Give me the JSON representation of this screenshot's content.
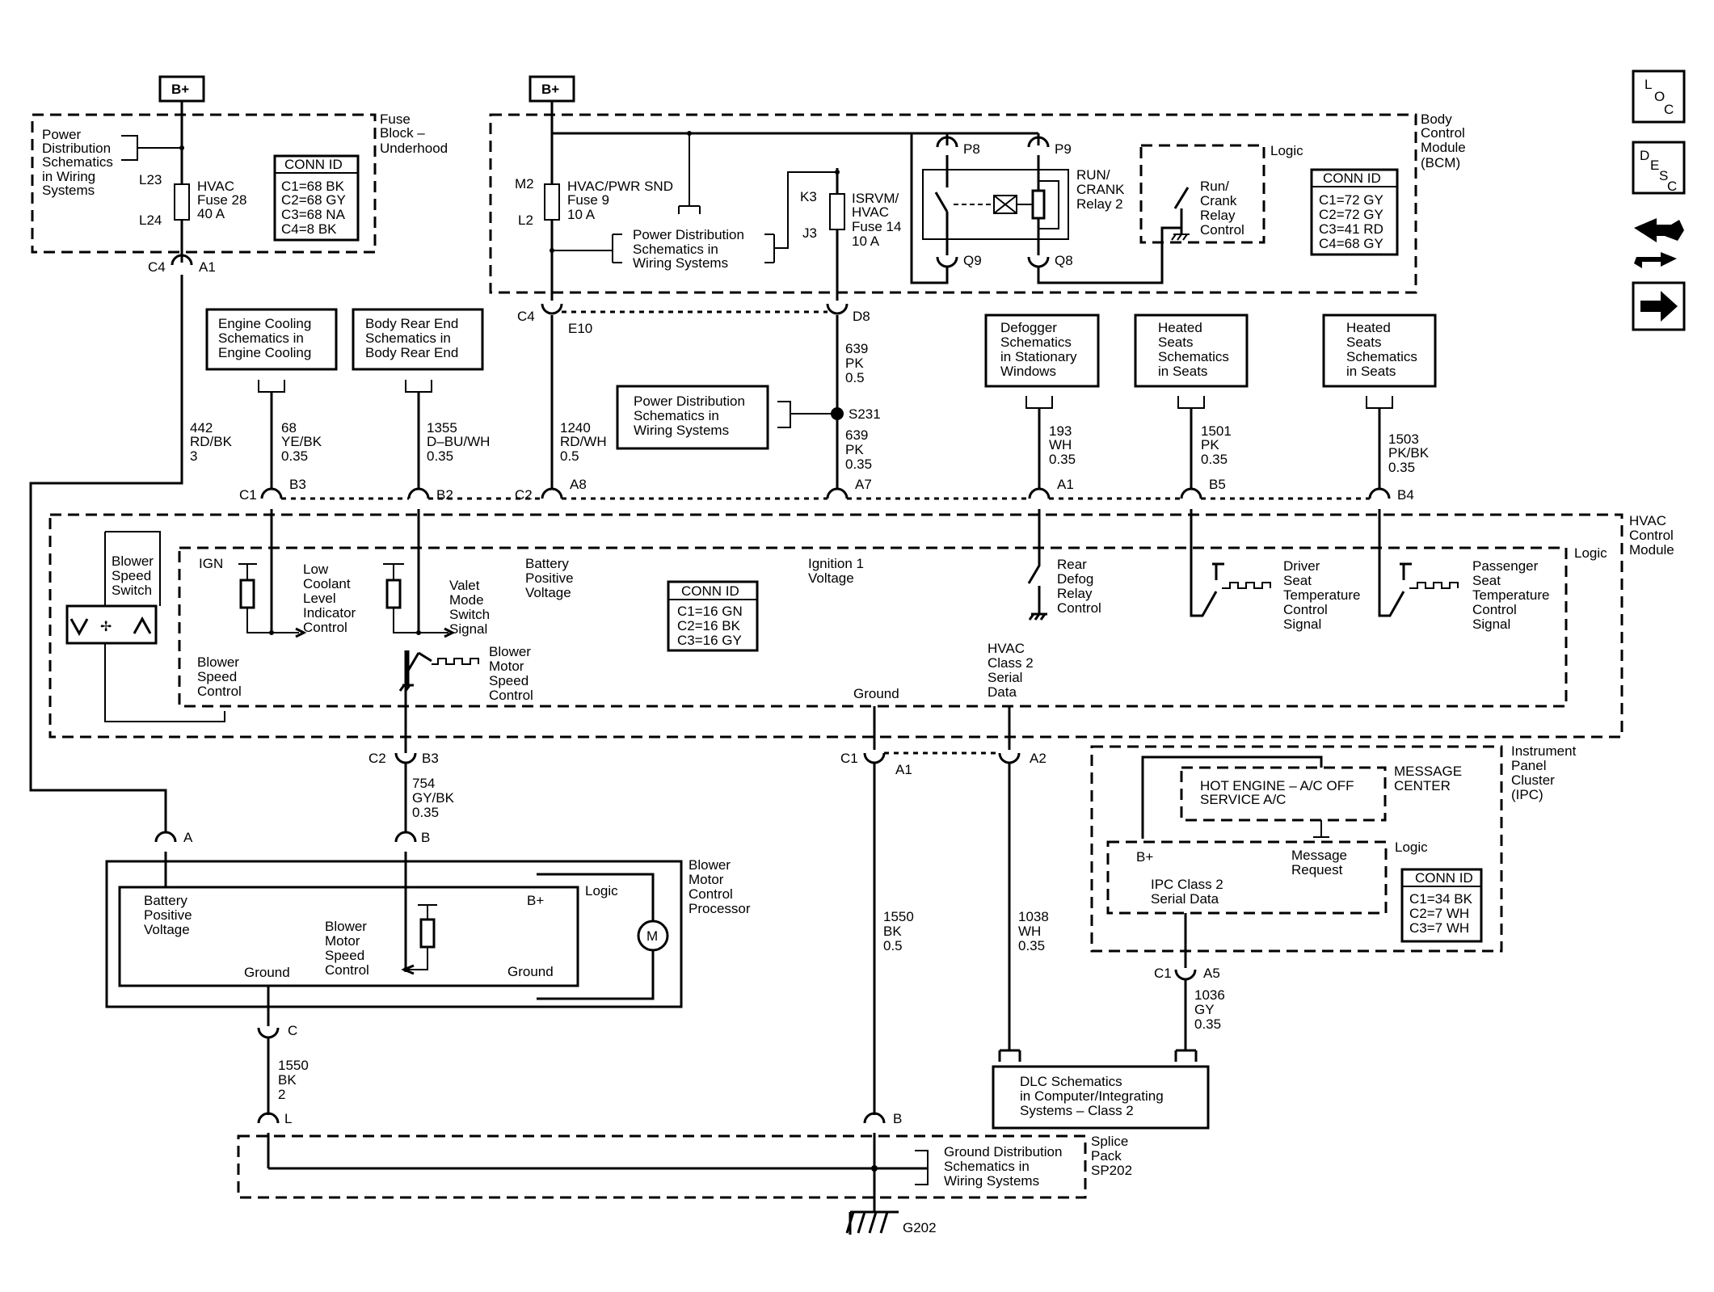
{
  "power": {
    "bplus": "B+"
  },
  "nav_icons": [
    "loc-icon",
    "desc-icon",
    "connector-view-icon",
    "next-page-icon"
  ],
  "fuse_block": {
    "title": [
      "Fuse",
      "Block –",
      "Underhood"
    ],
    "pd_ref": [
      "Power",
      "Distribution",
      "Schematics",
      "in Wiring",
      "Systems"
    ],
    "l23": "L23",
    "l24": "L24",
    "fuse": [
      "HVAC",
      "Fuse 28",
      "40 A"
    ],
    "conn_title": "CONN ID",
    "conn": [
      "C1=68 BK",
      "C2=68 GY",
      "C3=68 NA",
      "C4=8 BK"
    ],
    "c4": "C4",
    "a1": "A1"
  },
  "bcm": {
    "title": [
      "Body",
      "Control",
      "Module",
      "(BCM)"
    ],
    "m2": "M2",
    "l2": "L2",
    "k3": "K3",
    "j3": "J3",
    "fuse9": [
      "HVAC/PWR SND",
      "Fuse 9",
      "10 A"
    ],
    "fuse14": [
      "ISRVM/",
      "HVAC",
      "Fuse 14",
      "10 A"
    ],
    "pd_ref": [
      "Power Distribution",
      "Schematics in",
      "Wiring Systems"
    ],
    "p8": "P8",
    "p9": "P9",
    "q9": "Q9",
    "q8": "Q8",
    "relay": [
      "RUN/",
      "CRANK",
      "Relay 2"
    ],
    "logic": "Logic",
    "relay_ctrl": [
      "Run/",
      "Crank",
      "Relay",
      "Control"
    ],
    "conn_title": "CONN ID",
    "conn": [
      "C1=72 GY",
      "C2=72 GY",
      "C3=41 RD",
      "C4=68 GY"
    ],
    "c4": "C4",
    "e10": "E10",
    "d8": "D8"
  },
  "refs": {
    "engine_cooling": [
      "Engine Cooling",
      "Schematics in",
      "Engine Cooling"
    ],
    "body_rear": [
      "Body Rear End",
      "Schematics in",
      "Body Rear End"
    ],
    "pd_splice": [
      "Power Distribution",
      "Schematics in",
      "Wiring Systems"
    ],
    "defogger": [
      "Defogger",
      "Schematics",
      "in Stationary",
      "Windows"
    ],
    "heated1": [
      "Heated",
      "Seats",
      "Schematics",
      "in Seats"
    ],
    "heated2": [
      "Heated",
      "Seats",
      "Schematics",
      "in Seats"
    ]
  },
  "wires": {
    "w442": [
      "442",
      "RD/BK",
      "3"
    ],
    "w68": [
      "68",
      "YE/BK",
      "0.35"
    ],
    "w1355": [
      "1355",
      "D–BU/WH",
      "0.35"
    ],
    "w1240": [
      "1240",
      "RD/WH",
      "0.5"
    ],
    "w639a": [
      "639",
      "PK",
      "0.5"
    ],
    "w639b": [
      "639",
      "PK",
      "0.35"
    ],
    "s231": "S231",
    "w193": [
      "193",
      "WH",
      "0.35"
    ],
    "w1501": [
      "1501",
      "PK",
      "0.35"
    ],
    "w1503": [
      "1503",
      "PK/BK",
      "0.35"
    ],
    "w754": [
      "754",
      "GY/BK",
      "0.35"
    ],
    "w1550a": [
      "1550",
      "BK",
      "0.5"
    ],
    "w1038": [
      "1038",
      "WH",
      "0.35"
    ],
    "w1036": [
      "1036",
      "GY",
      "0.35"
    ],
    "w1550b": [
      "1550",
      "BK",
      "2"
    ]
  },
  "hvac": {
    "title": [
      "HVAC",
      "Control",
      "Module"
    ],
    "c1": "C1",
    "b3": "B3",
    "b2": "B2",
    "c2": "C2",
    "a8": "A8",
    "a7": "A7",
    "a1": "A1",
    "b5": "B5",
    "b4": "B4",
    "logic": "Logic",
    "blower_switch": [
      "Blower",
      "Speed",
      "Switch"
    ],
    "ign": "IGN",
    "low_coolant": [
      "Low",
      "Coolant",
      "Level",
      "Indicator",
      "Control"
    ],
    "valet": [
      "Valet",
      "Mode",
      "Switch",
      "Signal"
    ],
    "battery": [
      "Battery",
      "Positive",
      "Voltage"
    ],
    "ignition": [
      "Ignition 1",
      "Voltage"
    ],
    "rear_defog": [
      "Rear",
      "Defog",
      "Relay",
      "Control"
    ],
    "driver_seat": [
      "Driver",
      "Seat",
      "Temperature",
      "Control",
      "Signal"
    ],
    "pass_seat": [
      "Passenger",
      "Seat",
      "Temperature",
      "Control",
      "Signal"
    ],
    "conn_title": "CONN ID",
    "conn": [
      "C1=16 GN",
      "C2=16 BK",
      "C3=16 GY"
    ],
    "blower_motor_speed": [
      "Blower",
      "Motor",
      "Speed",
      "Control"
    ],
    "blower_speed_ctrl": [
      "Blower",
      "Speed",
      "Control"
    ],
    "ground": "Ground",
    "serial": [
      "HVAC",
      "Class 2",
      "Serial",
      "Data"
    ],
    "c2b": "C2",
    "b3b": "B3",
    "c1b": "C1",
    "a1b": "A1",
    "a2": "A2"
  },
  "blower_proc": {
    "title": [
      "Blower",
      "Motor",
      "Control",
      "Processor"
    ],
    "a": "A",
    "b": "B",
    "c": "C",
    "logic": "Logic",
    "battery": [
      "Battery",
      "Positive",
      "Voltage"
    ],
    "bplus": "B+",
    "speed": [
      "Blower",
      "Motor",
      "Speed",
      "Control"
    ],
    "ground1": "Ground",
    "ground2": "Ground",
    "motor": "M"
  },
  "ipc": {
    "title": [
      "Instrument",
      "Panel",
      "Cluster",
      "(IPC)"
    ],
    "msg": [
      "HOT ENGINE – A/C OFF",
      "SERVICE A/C"
    ],
    "msg_center": [
      "MESSAGE",
      "CENTER"
    ],
    "bplus": "B+",
    "msg_req": [
      "Message",
      "Request"
    ],
    "logic": "Logic",
    "serial": [
      "IPC Class 2",
      "Serial Data"
    ],
    "conn_title": "CONN ID",
    "conn": [
      "C1=34 BK",
      "C2=7 WH",
      "C3=7 WH"
    ],
    "c1": "C1",
    "a5": "A5"
  },
  "dlc": [
    "DLC Schematics",
    "in Computer/Integrating",
    "Systems – Class 2"
  ],
  "splice": {
    "title": [
      "Splice",
      "Pack",
      "SP202"
    ],
    "l": "L",
    "b": "B",
    "gd_ref": [
      "Ground Distribution",
      "Schematics in",
      "Wiring Systems"
    ],
    "g202": "G202"
  }
}
